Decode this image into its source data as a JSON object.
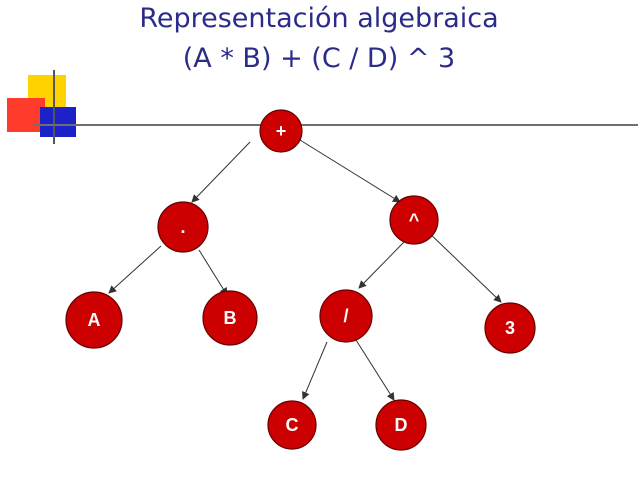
{
  "title": {
    "line1": "Representación algebraica",
    "line2": "(A * B) + (C / D) ^ 3"
  },
  "colors": {
    "title": "#2b2b8a",
    "node_fill": "#cc0000",
    "node_text": "#ffffff",
    "edge": "#333333",
    "deco_yellow": "#ffd200",
    "deco_red": "#ff3b2b",
    "deco_blue": "#1a22c8"
  },
  "tree": {
    "nodes": [
      {
        "id": "plus",
        "label": "+"
      },
      {
        "id": "mult",
        "label": "."
      },
      {
        "id": "pow",
        "label": "^"
      },
      {
        "id": "a",
        "label": "A"
      },
      {
        "id": "b",
        "label": "B"
      },
      {
        "id": "div",
        "label": "/"
      },
      {
        "id": "three",
        "label": "3"
      },
      {
        "id": "c",
        "label": "C"
      },
      {
        "id": "d",
        "label": "D"
      }
    ],
    "edges": [
      {
        "from": "plus",
        "to": "mult"
      },
      {
        "from": "plus",
        "to": "pow"
      },
      {
        "from": "mult",
        "to": "a"
      },
      {
        "from": "mult",
        "to": "b"
      },
      {
        "from": "pow",
        "to": "div"
      },
      {
        "from": "pow",
        "to": "three"
      },
      {
        "from": "div",
        "to": "c"
      },
      {
        "from": "div",
        "to": "d"
      }
    ]
  }
}
